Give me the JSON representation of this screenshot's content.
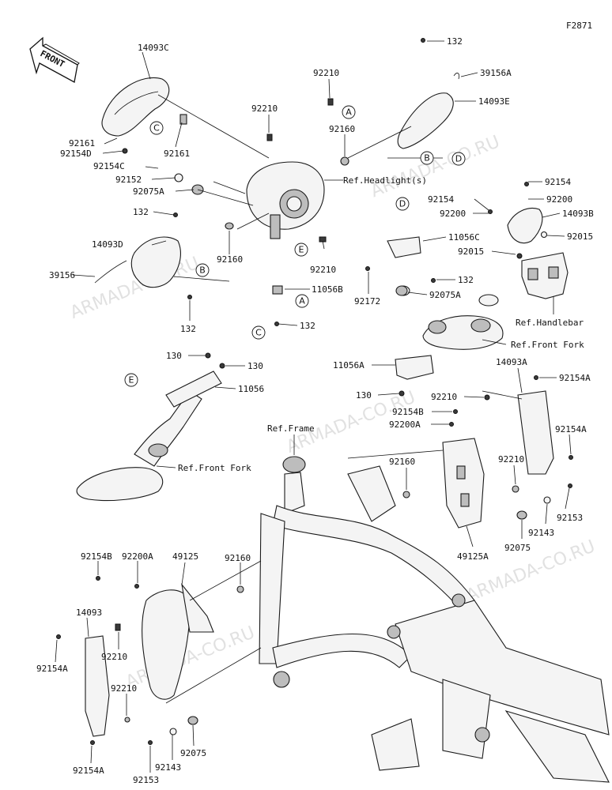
{
  "figure_code": "F2871",
  "front_marker": "FRONT",
  "watermark": "ARMADA-CO.RU",
  "part_labels": [
    {
      "id": "l1",
      "text": "14093C"
    },
    {
      "id": "l2",
      "text": "92161"
    },
    {
      "id": "l3",
      "text": "92154D"
    },
    {
      "id": "l4",
      "text": "92161"
    },
    {
      "id": "l5",
      "text": "92154C"
    },
    {
      "id": "l6",
      "text": "92152"
    },
    {
      "id": "l7",
      "text": "92075A"
    },
    {
      "id": "l8",
      "text": "132"
    },
    {
      "id": "l9",
      "text": "14093D"
    },
    {
      "id": "l10",
      "text": "39156"
    },
    {
      "id": "l11",
      "text": "132"
    },
    {
      "id": "l12",
      "text": "92160"
    },
    {
      "id": "l13",
      "text": "92210"
    },
    {
      "id": "l14",
      "text": "92210"
    },
    {
      "id": "l15",
      "text": "92160"
    },
    {
      "id": "l16",
      "text": "Ref.Headlight(s)"
    },
    {
      "id": "l17",
      "text": "92210"
    },
    {
      "id": "l18",
      "text": "11056B"
    },
    {
      "id": "l19",
      "text": "132"
    },
    {
      "id": "l20",
      "text": "132"
    },
    {
      "id": "l21",
      "text": "39156A"
    },
    {
      "id": "l22",
      "text": "14093E"
    },
    {
      "id": "l23",
      "text": "11056C"
    },
    {
      "id": "l24",
      "text": "132"
    },
    {
      "id": "l25",
      "text": "92172"
    },
    {
      "id": "l26",
      "text": "92075A"
    },
    {
      "id": "l27",
      "text": "92154"
    },
    {
      "id": "l28",
      "text": "92154"
    },
    {
      "id": "l29",
      "text": "92200"
    },
    {
      "id": "l30",
      "text": "92200"
    },
    {
      "id": "l31",
      "text": "14093B"
    },
    {
      "id": "l32",
      "text": "92015"
    },
    {
      "id": "l33",
      "text": "92015"
    },
    {
      "id": "l34",
      "text": "Ref.Handlebar"
    },
    {
      "id": "l35",
      "text": "Ref.Front Fork"
    },
    {
      "id": "l36",
      "text": "11056A"
    },
    {
      "id": "l37",
      "text": "14093A"
    },
    {
      "id": "l38",
      "text": "92154A"
    },
    {
      "id": "l39",
      "text": "130"
    },
    {
      "id": "l40",
      "text": "92210"
    },
    {
      "id": "l41",
      "text": "92154B"
    },
    {
      "id": "l42",
      "text": "92200A"
    },
    {
      "id": "l43",
      "text": "92154A"
    },
    {
      "id": "l44",
      "text": "130"
    },
    {
      "id": "l45",
      "text": "130"
    },
    {
      "id": "l46",
      "text": "11056"
    },
    {
      "id": "l47",
      "text": "Ref.Front Fork"
    },
    {
      "id": "l48",
      "text": "Ref.Frame"
    },
    {
      "id": "l49",
      "text": "92160"
    },
    {
      "id": "l50",
      "text": "92210"
    },
    {
      "id": "l51",
      "text": "92153"
    },
    {
      "id": "l52",
      "text": "92143"
    },
    {
      "id": "l53",
      "text": "92075"
    },
    {
      "id": "l54",
      "text": "49125A"
    },
    {
      "id": "l55",
      "text": "92154B"
    },
    {
      "id": "l56",
      "text": "92200A"
    },
    {
      "id": "l57",
      "text": "49125"
    },
    {
      "id": "l58",
      "text": "92160"
    },
    {
      "id": "l59",
      "text": "14093"
    },
    {
      "id": "l60",
      "text": "92154A"
    },
    {
      "id": "l61",
      "text": "92210"
    },
    {
      "id": "l62",
      "text": "92210"
    },
    {
      "id": "l63",
      "text": "92154A"
    },
    {
      "id": "l64",
      "text": "92153"
    },
    {
      "id": "l65",
      "text": "92143"
    },
    {
      "id": "l66",
      "text": "92075"
    }
  ],
  "ref_markers": [
    {
      "id": "c1",
      "text": "C"
    },
    {
      "id": "c2",
      "text": "A"
    },
    {
      "id": "c3",
      "text": "B"
    },
    {
      "id": "c4",
      "text": "D"
    },
    {
      "id": "c5",
      "text": "E"
    },
    {
      "id": "c6",
      "text": "B"
    },
    {
      "id": "c7",
      "text": "A"
    },
    {
      "id": "c8",
      "text": "C"
    },
    {
      "id": "c9",
      "text": "D"
    },
    {
      "id": "c10",
      "text": "E"
    }
  ]
}
